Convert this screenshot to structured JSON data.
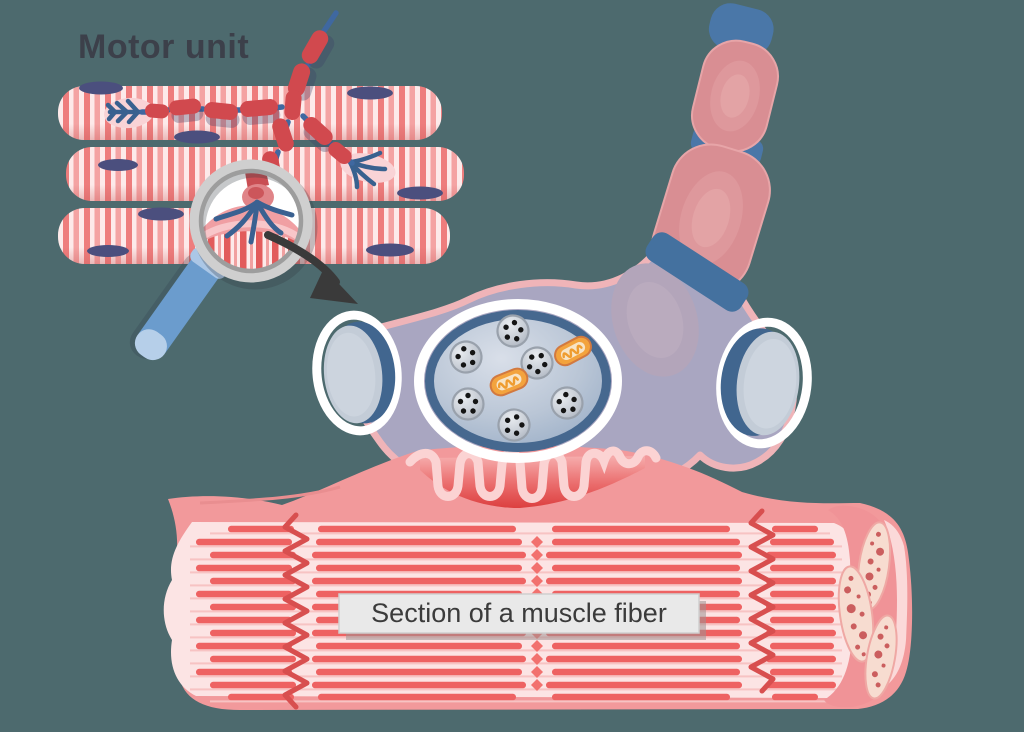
{
  "title": "Motor unit",
  "section_label": "Section of a muscle fiber",
  "structures": {
    "muscle_fiber_count": 3,
    "synaptic_vesicle_count": 6,
    "mitochondria_count": 2,
    "cut_axon_ring_count": 2,
    "myelin_segment_chain": "branching motor nerve over muscle fibers",
    "magnified_view": "neuromuscular junction under magnifying glass"
  },
  "palette": {
    "background": "#4d6a6e",
    "title_text": "#3c404a",
    "label_bg": "#e9e9e9",
    "label_border": "#cfcfcf",
    "label_text": "#3b3b3b",
    "nerve_red": "#d1494e",
    "node_blue": "#3f68a0",
    "fiber_stripe_red": "#ee7d7d",
    "fiber_stripe_pink": "#fdeaea",
    "nucleus_navy": "#4b4f7e",
    "magnifier_handle_blue": "#6b9ccd",
    "arrow_dark": "#3a3a3a",
    "axon_rose": "#d98e93",
    "axon_node_blue": "#4a77a8",
    "terminal_body_mauve": "#a9a6c1",
    "terminal_outline_pink": "#efb4b8",
    "membrane_blue": "#46688f",
    "synapse_fill_blue": "#bac6d6",
    "vesicle_gray": "#c3c9d2",
    "vesicle_dot": "#151515",
    "mitochondrion_orange": "#f3a33d",
    "muscle_salmon": "#f2999b",
    "muscle_inner_pink": "#fce4e4",
    "myofibril_red": "#ee6262",
    "zigzag_red": "#d84f4f",
    "fold_light_pink": "#fbd3d3",
    "cross_section_cream": "#f7dcd0"
  }
}
